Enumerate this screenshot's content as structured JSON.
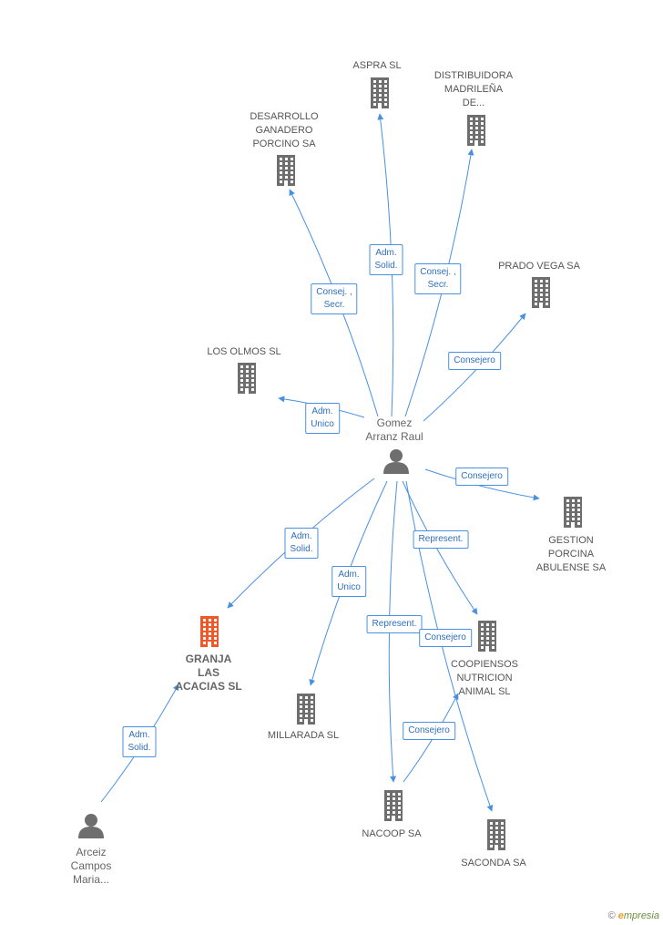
{
  "colors": {
    "edge": "#4a90e2",
    "node": "#6e6e6e",
    "focus": "#f0582a"
  },
  "nodes": [
    {
      "id": "gomez",
      "type": "person",
      "label": [
        "Gomez",
        "Arranz Raul"
      ]
    },
    {
      "id": "aspra",
      "type": "company",
      "label": [
        "ASPRA SL"
      ]
    },
    {
      "id": "distribuidora",
      "type": "company",
      "label": [
        "DISTRIBUIDORA",
        "MADRILEÑA",
        "DE..."
      ]
    },
    {
      "id": "desarrollo",
      "type": "company",
      "label": [
        "DESARROLLO",
        "GANADERO",
        "PORCINO SA"
      ]
    },
    {
      "id": "prado",
      "type": "company",
      "label": [
        "PRADO VEGA SA"
      ]
    },
    {
      "id": "olmos",
      "type": "company",
      "label": [
        "LOS OLMOS SL"
      ]
    },
    {
      "id": "gestion",
      "type": "company",
      "label": [
        "GESTION",
        "PORCINA",
        "ABULENSE SA"
      ]
    },
    {
      "id": "granja",
      "type": "company-focus",
      "label": [
        "GRANJA",
        "LAS",
        "ACACIAS SL"
      ]
    },
    {
      "id": "millarada",
      "type": "company",
      "label": [
        "MILLARADA SL"
      ]
    },
    {
      "id": "coopiensos",
      "type": "company",
      "label": [
        "COOPIENSOS",
        "NUTRICION",
        "ANIMAL  SL"
      ]
    },
    {
      "id": "nacoop",
      "type": "company",
      "label": [
        "NACOOP SA"
      ]
    },
    {
      "id": "saconda",
      "type": "company",
      "label": [
        "SACONDA SA"
      ]
    },
    {
      "id": "arceiz",
      "type": "person",
      "label": [
        "Arceiz",
        "Campos",
        "Maria..."
      ]
    }
  ],
  "edges": [
    {
      "from": "gomez",
      "to": "aspra",
      "label": [
        "Adm.",
        "Solid."
      ]
    },
    {
      "from": "gomez",
      "to": "distribuidora",
      "label": [
        "Consej. ,",
        "Secr."
      ]
    },
    {
      "from": "gomez",
      "to": "desarrollo",
      "label": [
        "Consej. ,",
        "Secr."
      ]
    },
    {
      "from": "gomez",
      "to": "prado",
      "label": [
        "Consejero"
      ]
    },
    {
      "from": "gomez",
      "to": "olmos",
      "label": [
        "Adm.",
        "Unico"
      ]
    },
    {
      "from": "gomez",
      "to": "gestion",
      "label": [
        "Consejero"
      ]
    },
    {
      "from": "gomez",
      "to": "granja",
      "label": [
        "Adm.",
        "Solid."
      ]
    },
    {
      "from": "gomez",
      "to": "millarada",
      "label": [
        "Adm.",
        "Unico"
      ]
    },
    {
      "from": "gomez",
      "to": "coopiensos",
      "label": [
        "Represent."
      ]
    },
    {
      "from": "gomez",
      "to": "nacoop",
      "label": [
        "Represent."
      ]
    },
    {
      "from": "gomez",
      "to": "saconda",
      "label": [
        "Consejero"
      ]
    },
    {
      "from": "nacoop",
      "to": "coopiensos",
      "label": [
        "Consejero"
      ]
    },
    {
      "from": "arceiz",
      "to": "granja",
      "label": [
        "Adm.",
        "Solid."
      ]
    }
  ],
  "footer": {
    "copyright": "©",
    "brand_initial": "e",
    "brand_rest": "mpresia"
  }
}
